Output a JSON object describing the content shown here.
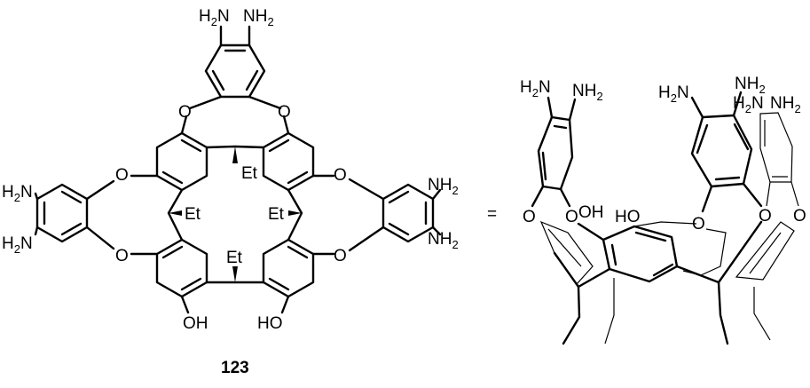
{
  "compound_number": "123",
  "equals_sign": "=",
  "labels": {
    "amine_left": "H2N",
    "amine_right": "NH2",
    "oxygen": "O",
    "ethyl": "Et",
    "hydroxyl_right": "OH",
    "hydroxyl_left": "HO"
  },
  "colors": {
    "ink": "#000000",
    "background": "#ffffff"
  }
}
